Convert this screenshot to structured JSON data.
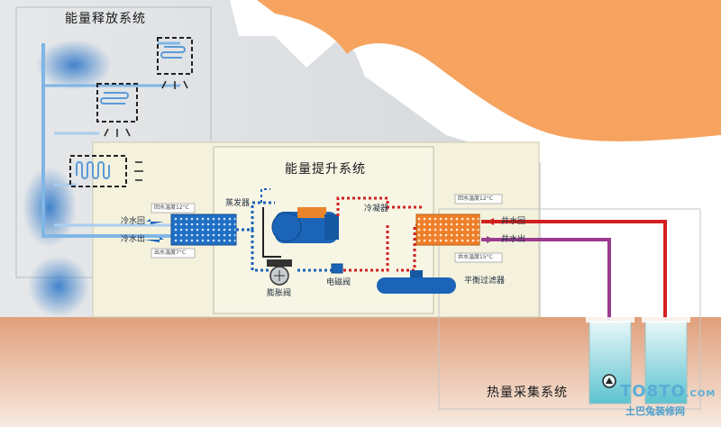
{
  "titles": {
    "release": "能量释放系统",
    "boost": "能量提升系统",
    "collect": "热量采集系统"
  },
  "labels": {
    "evaporator": "蒸发器",
    "condenser": "冷凝器",
    "expansion_valve": "膨胀阀",
    "solenoid_valve": "电磁阀",
    "balance_filter": "平衡过滤器",
    "cold_water_return": "冷水回",
    "cold_water_out": "冷水出",
    "well_water_return": "井水回",
    "well_water_out": "井水出",
    "return_temp_12": "回水温度12°C",
    "outlet_temp_7": "出水温度7°C",
    "return_temp_12_right": "回水温度12°C",
    "well_temp_15": "井水温度15°C"
  },
  "watermark": {
    "main": "TO8TO",
    "suffix": ".COM",
    "sub": "土巴兔装修网"
  },
  "colors": {
    "cold_pipe": "#1b64b8",
    "hot_pipe": "#d32020",
    "purple_pipe": "#9b3c8f",
    "panel": "#f4f1dc",
    "roof": "#f6a35f",
    "ground": "#d9926c"
  }
}
